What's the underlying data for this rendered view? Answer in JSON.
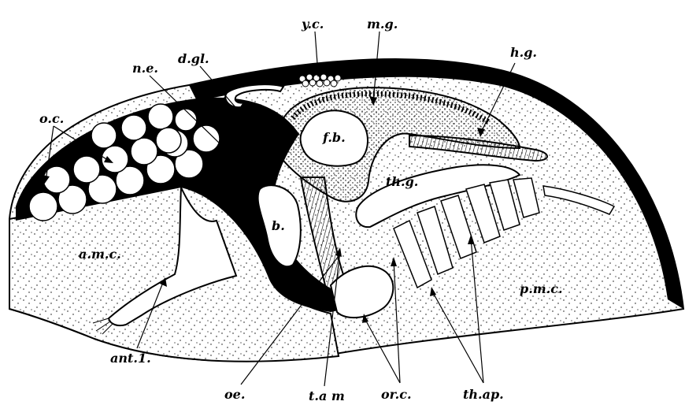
{
  "labels": {
    "yc": "y.c.",
    "mg": "m.g.",
    "dgl": "d.gl.",
    "hg": "h.g.",
    "ne": "n.e.",
    "oc": "o.c.",
    "fb": "f.b.",
    "thg": "th.g.",
    "b": "b.",
    "amc": "a.m.c.",
    "pmc": "p.m.c.",
    "ant1": "ant.1.",
    "oe": "oe.",
    "tam": "t.a m",
    "orc": "or.c.",
    "thap": "th.ap."
  },
  "colors": {
    "ink": "#000000",
    "paper": "#ffffff"
  }
}
